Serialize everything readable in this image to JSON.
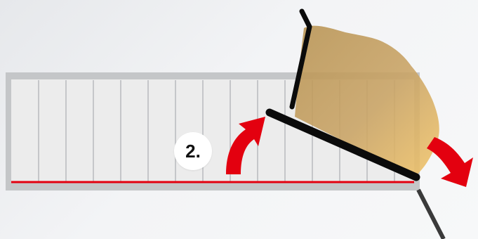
{
  "step": {
    "label": "2."
  },
  "colors": {
    "background": "#eef0f2",
    "radiator_fill": "#ececec",
    "radiator_frame": "#c4c6c8",
    "radiator_fins": "#b8babd",
    "accent_red": "#e3000f",
    "board_black": "#0b0b0b",
    "material_gold": "#c9a364",
    "material_gold_light": "#efc46a"
  },
  "icons": {
    "step_marker": "numbered-circle",
    "motion_arrows": [
      "curved-arrow-up",
      "curved-arrow-down-right"
    ]
  }
}
